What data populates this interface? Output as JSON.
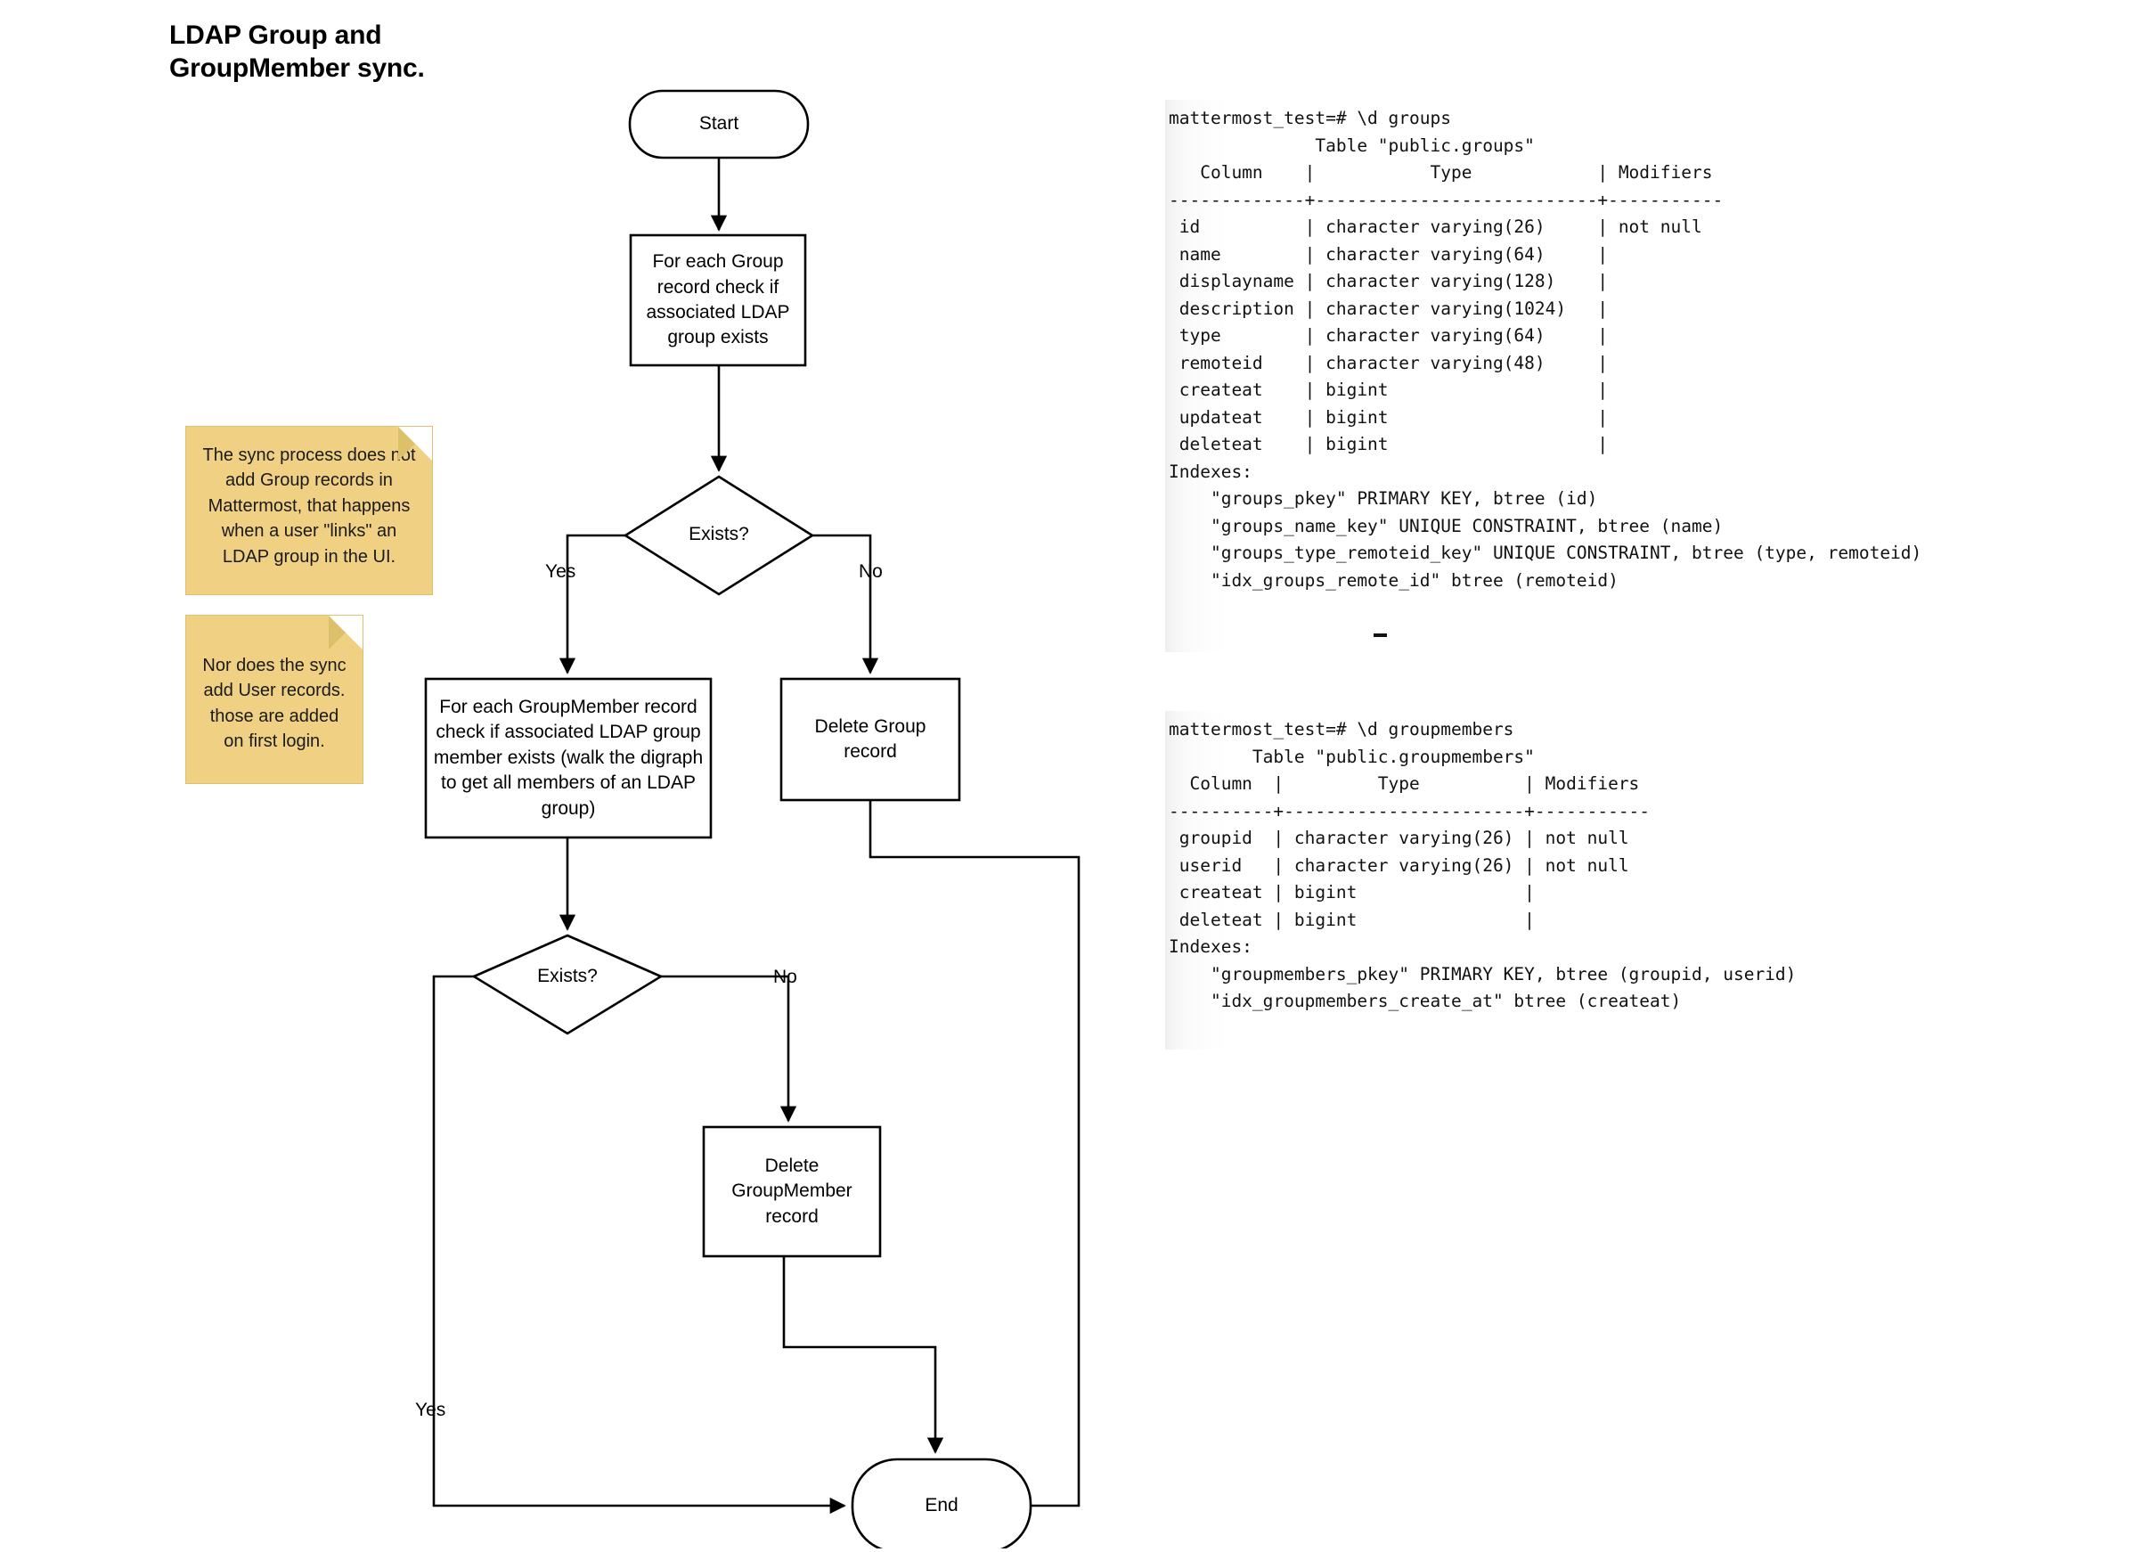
{
  "diagram": {
    "title": "LDAP Group and GroupMember sync."
  },
  "flowchart": {
    "nodes": {
      "start": {
        "label": "Start",
        "shape": "terminator"
      },
      "check_group": {
        "label": "For each Group record check if associated LDAP group exists",
        "shape": "process"
      },
      "exists_group": {
        "label": "Exists?",
        "shape": "decision"
      },
      "check_member": {
        "label": "For each GroupMember record check if associated LDAP group member exists (walk the digraph to get all members of an LDAP group)",
        "shape": "process"
      },
      "delete_group": {
        "label": "Delete Group record",
        "shape": "process"
      },
      "exists_member": {
        "label": "Exists?",
        "shape": "decision"
      },
      "delete_member": {
        "label": "Delete GroupMember record",
        "shape": "process"
      },
      "end": {
        "label": "End",
        "shape": "terminator"
      }
    },
    "edge_labels": {
      "group_yes": "Yes",
      "group_no": "No",
      "member_no": "No",
      "member_yes": "Yes"
    }
  },
  "notes": [
    {
      "text": "The sync process does not add Group records in Mattermost, that happens when a user \"links\" an LDAP group in the UI."
    },
    {
      "text": "Nor does the sync add User records. those are added on first login."
    }
  ],
  "terminals": [
    {
      "name": "groups-table",
      "lines": [
        "mattermost_test=# \\d groups",
        "              Table \"public.groups\"",
        "   Column    |           Type            | Modifiers ",
        "-------------+---------------------------+-----------",
        " id          | character varying(26)     | not null",
        " name        | character varying(64)     |",
        " displayname | character varying(128)    |",
        " description | character varying(1024)   |",
        " type        | character varying(64)     |",
        " remoteid    | character varying(48)     |",
        " createat    | bigint                    |",
        " updateat    | bigint                    |",
        " deleteat    | bigint                    |",
        "Indexes:",
        "    \"groups_pkey\" PRIMARY KEY, btree (id)",
        "    \"groups_name_key\" UNIQUE CONSTRAINT, btree (name)",
        "    \"groups_type_remoteid_key\" UNIQUE CONSTRAINT, btree (type, remoteid)",
        "    \"idx_groups_remote_id\" btree (remoteid)"
      ],
      "has_cursor": true
    },
    {
      "name": "groupmembers-table",
      "lines": [
        "mattermost_test=# \\d groupmembers",
        "        Table \"public.groupmembers\"",
        "  Column  |         Type          | Modifiers ",
        "----------+-----------------------+-----------",
        " groupid  | character varying(26) | not null",
        " userid   | character varying(26) | not null",
        " createat | bigint                |",
        " deleteat | bigint                |",
        "Indexes:",
        "    \"groupmembers_pkey\" PRIMARY KEY, btree (groupid, userid)",
        "    \"idx_groupmembers_create_at\" btree (createat)"
      ],
      "has_cursor": false
    }
  ],
  "colors": {
    "sticky": "#F0D184",
    "sticky_fold": "#DCC06A",
    "stroke": "#000000",
    "background": "#ffffff"
  }
}
